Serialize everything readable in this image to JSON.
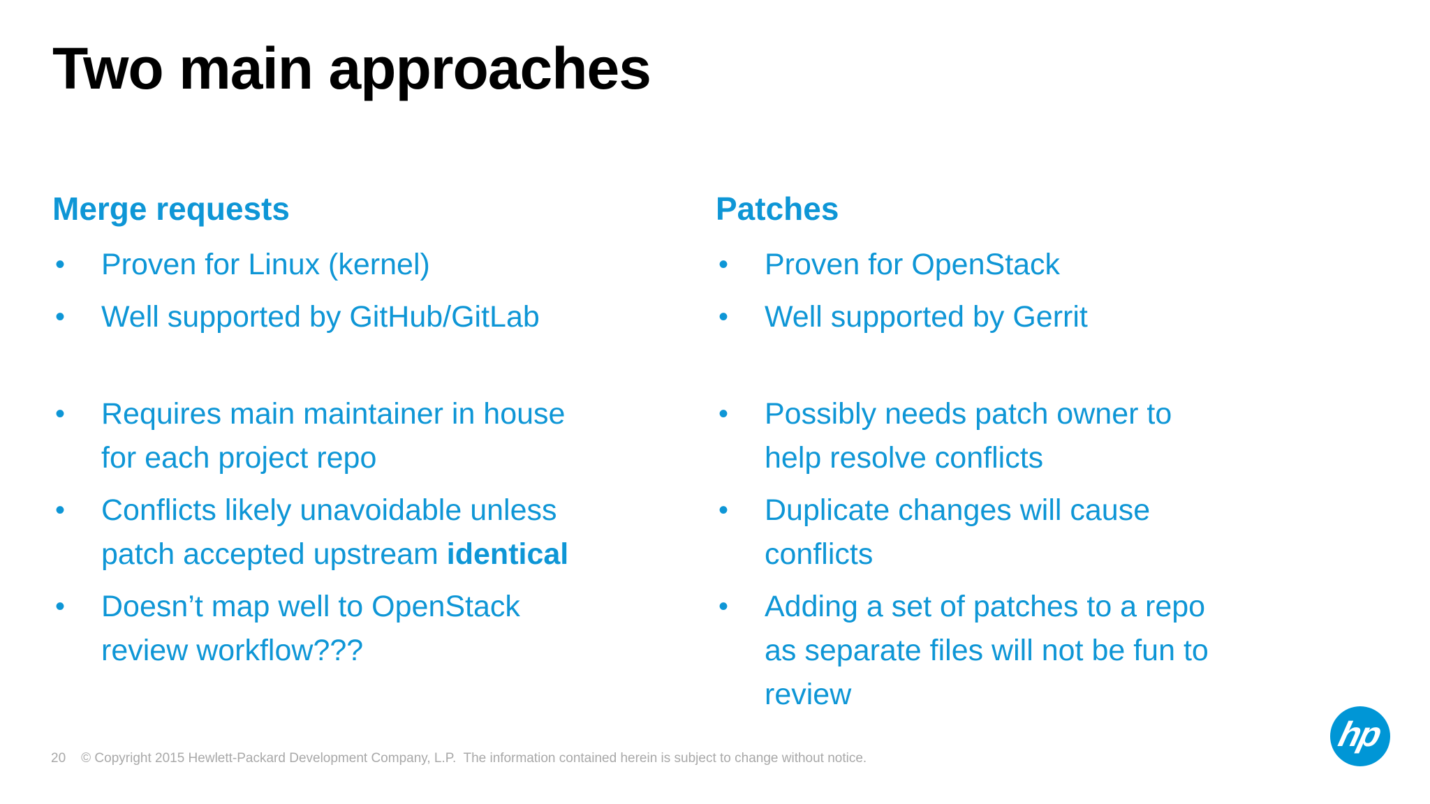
{
  "slide": {
    "title": "Two main approaches",
    "bullet_char": "•",
    "columns": [
      {
        "heading": "Merge requests",
        "groups": [
          {
            "items": [
              {
                "lines": [
                  {
                    "text": "Proven for Linux (kernel)"
                  }
                ]
              },
              {
                "lines": [
                  {
                    "text": "Well supported by GitHub/GitLab"
                  }
                ]
              }
            ]
          },
          {
            "items": [
              {
                "lines": [
                  {
                    "text": "Requires main maintainer in house"
                  },
                  {
                    "text": "for each project repo"
                  }
                ]
              },
              {
                "lines": [
                  {
                    "text": "Conflicts likely unavoidable unless"
                  },
                  {
                    "text": "patch accepted upstream ",
                    "bold": "identical"
                  }
                ]
              },
              {
                "lines": [
                  {
                    "text": "Doesn’t map well to OpenStack"
                  },
                  {
                    "text": "review workflow???"
                  }
                ]
              }
            ]
          }
        ]
      },
      {
        "heading": "Patches",
        "groups": [
          {
            "items": [
              {
                "lines": [
                  {
                    "text": "Proven for OpenStack"
                  }
                ]
              },
              {
                "lines": [
                  {
                    "text": "Well supported by Gerrit"
                  }
                ]
              }
            ]
          },
          {
            "items": [
              {
                "lines": [
                  {
                    "text": "Possibly needs patch owner to"
                  },
                  {
                    "text": "help resolve conflicts"
                  }
                ]
              },
              {
                "lines": [
                  {
                    "text": "Duplicate changes will cause"
                  },
                  {
                    "text": "conflicts"
                  }
                ]
              },
              {
                "lines": [
                  {
                    "text": "Adding a set of patches to a repo"
                  },
                  {
                    "text": "as separate files will not be fun to"
                  },
                  {
                    "text": "review"
                  }
                ]
              }
            ]
          }
        ]
      }
    ],
    "footer": {
      "page_number": "20",
      "copyright": "© Copyright 2015 Hewlett-Packard Development Company, L.P.  The information contained herein is subject to change without notice."
    },
    "logo": {
      "text": "hp"
    },
    "colors": {
      "accent": "#0E96D6",
      "title": "#000000",
      "footer_gray": "#A8A8A8",
      "logo_blue": "#0096D6",
      "background": "#FFFFFF"
    }
  }
}
